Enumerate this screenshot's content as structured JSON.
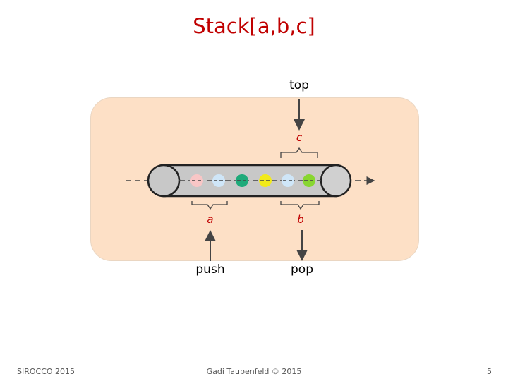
{
  "title": "Stack[a,b,c]",
  "labels": {
    "top": "top",
    "push": "push",
    "pop": "pop",
    "a": "a",
    "b": "b",
    "c": "c"
  },
  "footer": {
    "left": "SIROCCO 2015",
    "center": "Gadi Taubenfeld © 2015",
    "page": "5"
  },
  "colors": {
    "title": "#c00000",
    "panel": "#fde0c6",
    "tube": "#c8c8c8",
    "balls": [
      "#f8c6c6",
      "#cfe6f8",
      "#1faa7a",
      "#f2ea1a",
      "#cfe6f8",
      "#88d630"
    ]
  }
}
